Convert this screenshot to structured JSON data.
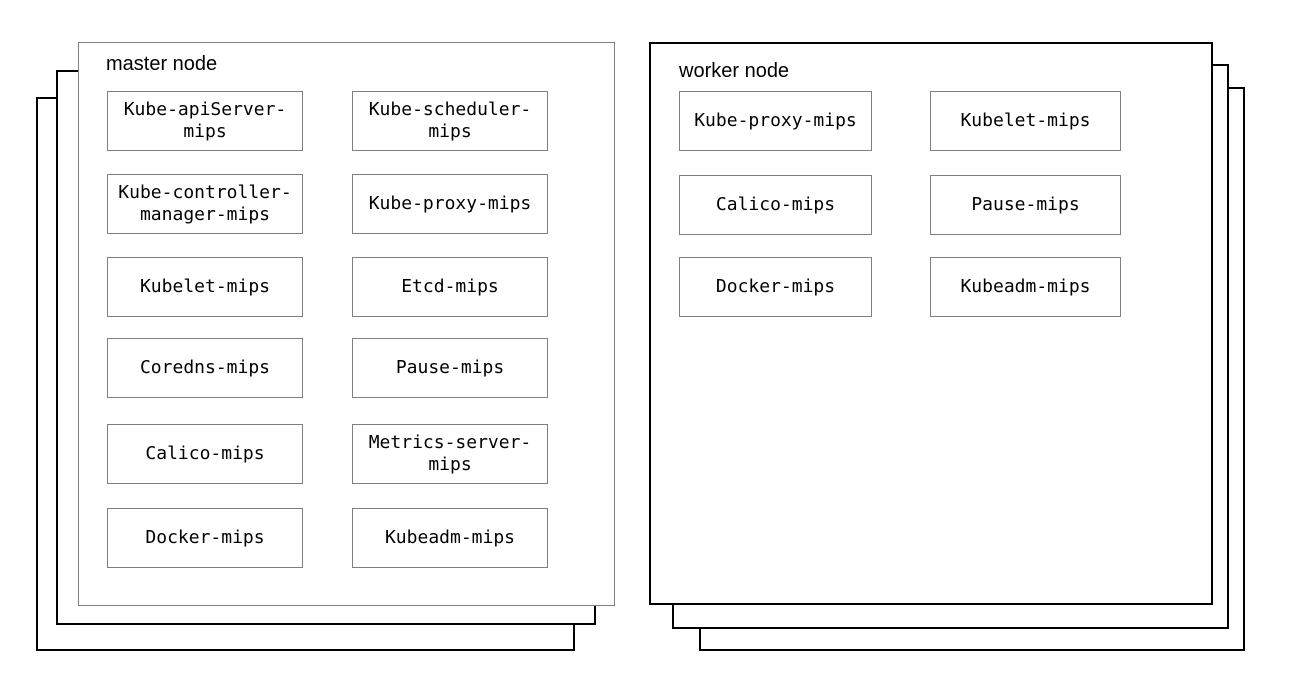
{
  "diagram": {
    "colors": {
      "background": "#ffffff",
      "master_front_border": "#7f7f7f",
      "worker_front_border": "#000000",
      "stack_layer_border": "#000000",
      "component_border": "#7f7f7f",
      "text": "#000000"
    },
    "master": {
      "title": "master node",
      "components": [
        "Kube-apiServer-mips",
        "Kube-scheduler-mips",
        "Kube-controller-manager-mips",
        "Kube-proxy-mips",
        "Kubelet-mips",
        "Etcd-mips",
        "Coredns-mips",
        "Pause-mips",
        "Calico-mips",
        "Metrics-server-mips",
        "Docker-mips",
        "Kubeadm-mips"
      ]
    },
    "worker": {
      "title": "worker node",
      "components": [
        "Kube-proxy-mips",
        "Kubelet-mips",
        "Calico-mips",
        "Pause-mips",
        "Docker-mips",
        "Kubeadm-mips"
      ]
    }
  }
}
